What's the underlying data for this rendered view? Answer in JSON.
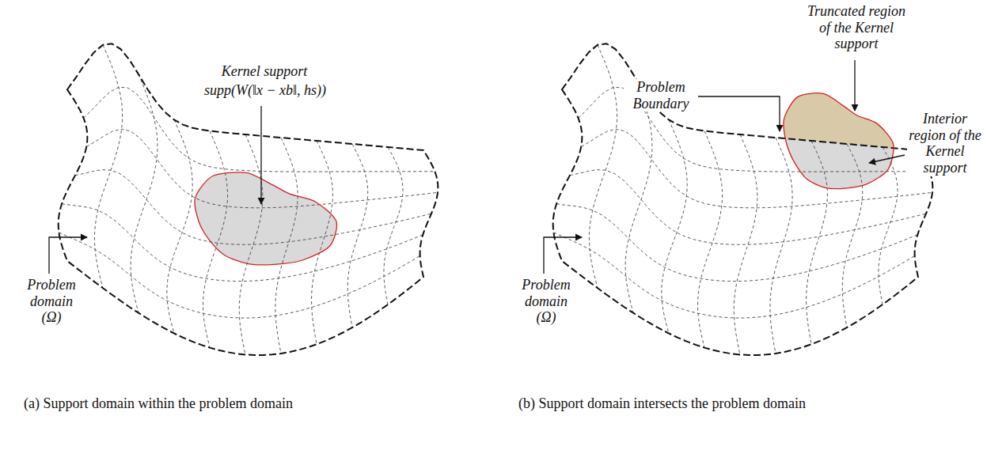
{
  "diagram": {
    "labels": [
      "Kernel support",
      "supp(W(‖x − xb‖, hs))",
      "Problem domain (Ω)",
      "(a) Support domain within the problem domain",
      "Problem Boundary",
      "Truncated region of the Kernel support",
      "Interior region of the Kernel support",
      "Problem domain (Ω)",
      "(b) Support domain intersects the problem domain"
    ]
  }
}
